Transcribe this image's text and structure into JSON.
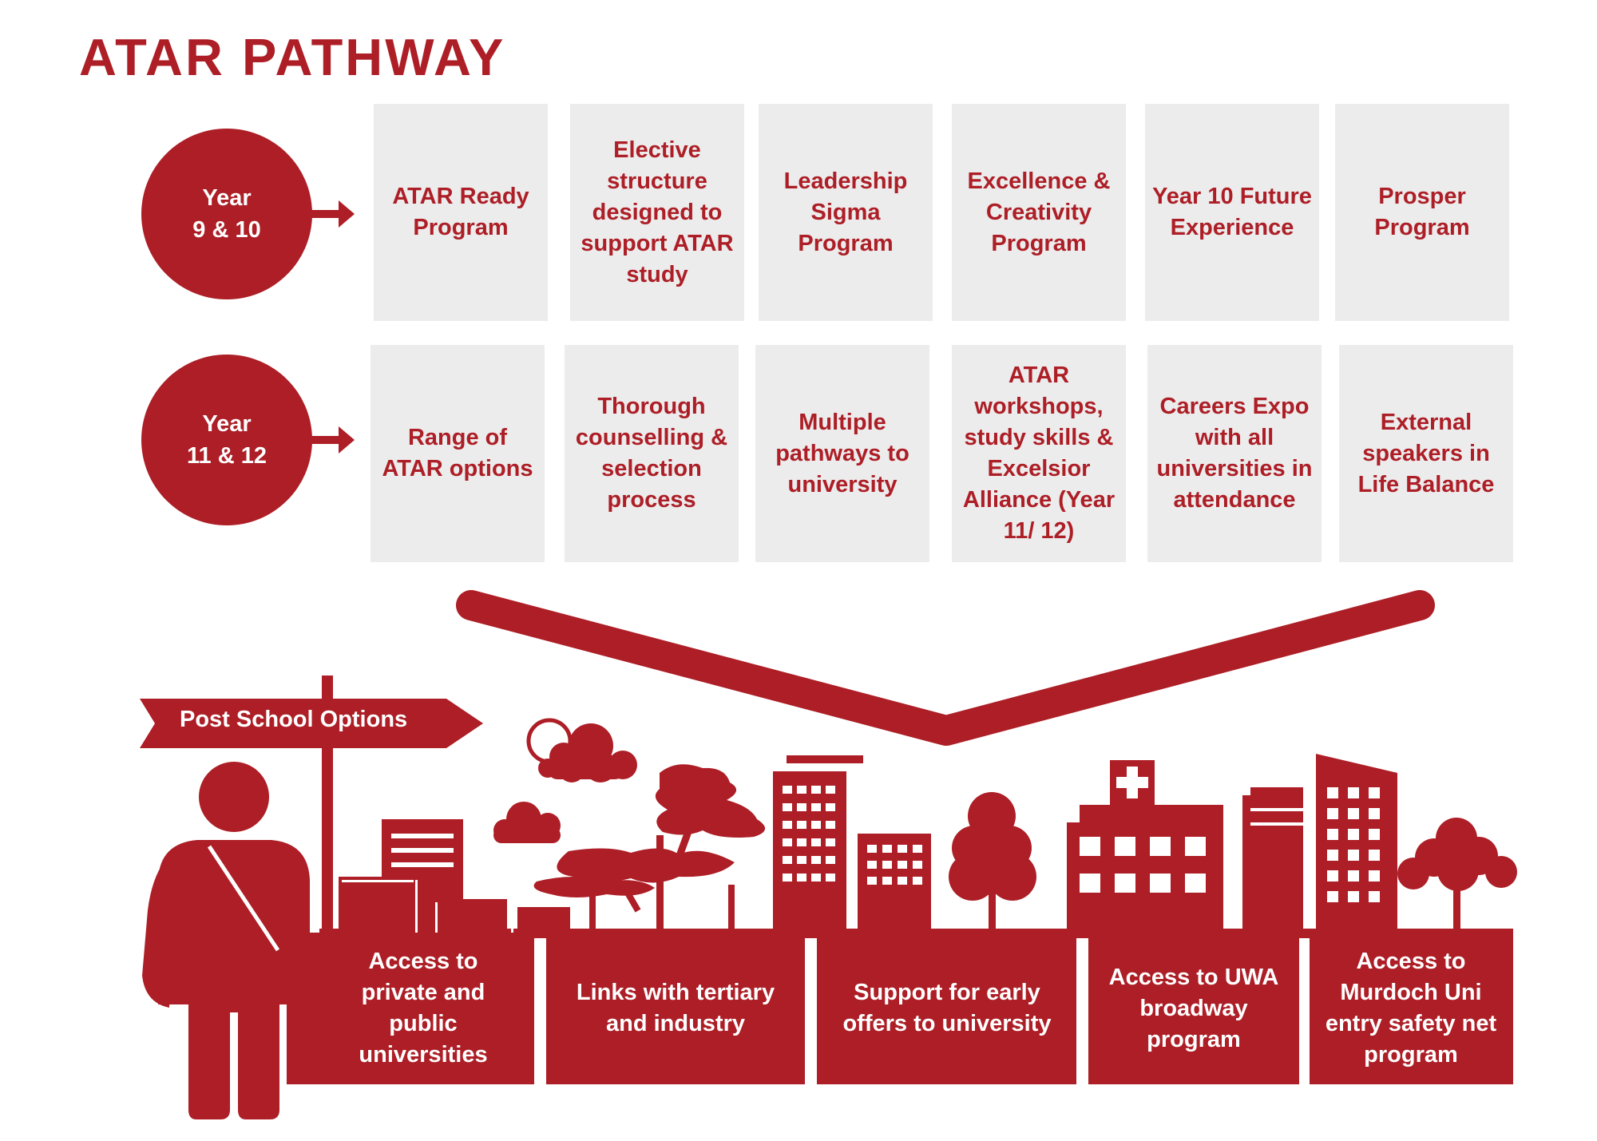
{
  "title": "ATAR PATHWAY",
  "colors": {
    "brand_red": "#ad1e26",
    "box_grey": "#ececec"
  },
  "rows": [
    {
      "year_line1": "Year",
      "year_line2": "9 & 10",
      "items": [
        "ATAR Ready Program",
        "Elective structure designed to support ATAR study",
        "Leadership Sigma Program",
        "Excellence & Creativity Program",
        "Year 10 Future Experience",
        "Prosper Program"
      ]
    },
    {
      "year_line1": "Year",
      "year_line2": "11 & 12",
      "items": [
        "Range of ATAR options",
        "Thorough counselling & selection process",
        "Multiple pathways to university",
        "ATAR workshops, study skills & Excelsior Alliance (Year 11/ 12)",
        "Careers Expo with all universities in attendance",
        "External speakers in Life Balance"
      ]
    }
  ],
  "signpost": {
    "label": "Post School Options"
  },
  "post_school_options": [
    "Access to private and public universities",
    "Links with tertiary and industry",
    "Support for early offers to university",
    "Access to UWA broadway program",
    "Access to Murdoch Uni entry safety net program"
  ],
  "icons": [
    "student-icon",
    "signpost-icon",
    "cloud-icon",
    "tree-icon",
    "building-icon",
    "hospital-icon",
    "merge-arrow-icon"
  ]
}
